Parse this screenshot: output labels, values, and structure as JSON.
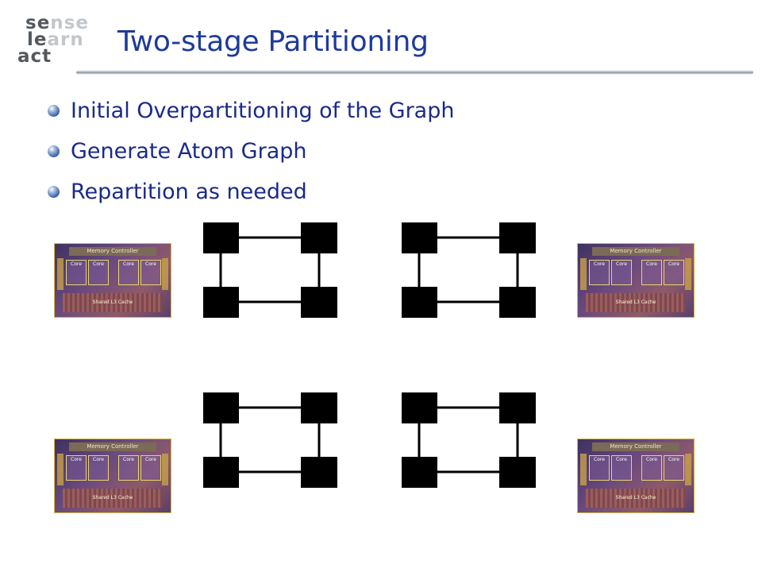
{
  "logo": {
    "line1": {
      "hi": "se",
      "lo": "nse"
    },
    "line2": {
      "hi": "le",
      "lo": "arn"
    },
    "line3": {
      "hi": "act",
      "lo": ""
    }
  },
  "title": "Two-stage Partitioning",
  "bullets": [
    "Initial Overpartitioning of the Graph",
    "Generate Atom Graph",
    "Repartition as needed"
  ],
  "chip": {
    "memory_controller": "Memory Controller",
    "core_label": "Core",
    "cache_label": "Shared L3 Cache"
  },
  "colors": {
    "title": "#1f3a9c",
    "bullet_text": "#1a2a8a",
    "node": "#000000"
  }
}
